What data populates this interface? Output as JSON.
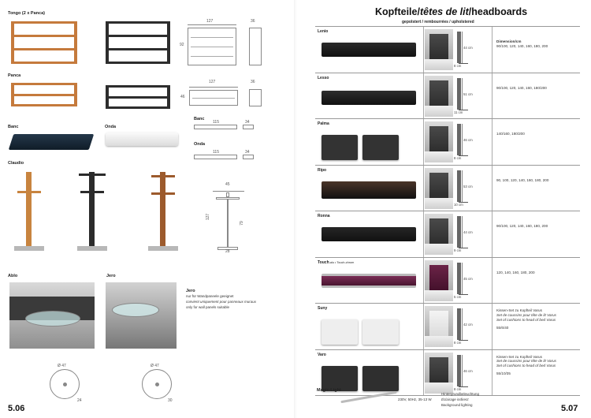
{
  "left_page": {
    "page_number": "5.06",
    "tongo": {
      "label": "Tongo (2 x Panca)",
      "dims": {
        "w": "127",
        "h": "92",
        "d": "36"
      }
    },
    "panca": {
      "label": "Panca",
      "dims": {
        "w": "127",
        "h": "46",
        "d": "36"
      }
    },
    "banc": {
      "label": "Banc",
      "dim_label": "Banc",
      "dims": {
        "w": "115",
        "d": "34"
      }
    },
    "onda": {
      "label": "Onda",
      "dim_label": "Onda",
      "dims": {
        "w": "115",
        "d": "34"
      }
    },
    "claudio": {
      "label": "Claudio",
      "dims": {
        "top": "45",
        "h": "127",
        "mid": "79",
        "base": "28"
      }
    },
    "ablo": {
      "label": "Ablo",
      "dims": {
        "dia": "Ø 47",
        "h": "24"
      }
    },
    "jero": {
      "label": "Jero",
      "note_title": "Jero",
      "note_lines": [
        "nur für Wandpaneele geeignet",
        "convient uniquement pour panneaux muraux",
        "only for wall panels suitable"
      ],
      "dims": {
        "dia": "Ø 47",
        "h": "30"
      }
    }
  },
  "right_page": {
    "page_number": "5.07",
    "title_part1": "Kopfteile/",
    "title_part2": "têtes de lit",
    "title_part3": "/headboards",
    "subtitle": "gepolstert / rembourrées / upholstered",
    "headboards": [
      {
        "name": "Lenio",
        "cm": "44 cm",
        "depth": "8 cm",
        "colors": [
          "#2b2b2b"
        ],
        "sizes_header": "Dimension/cm",
        "sizes": "90/100, 120, 140, 160, 180, 200"
      },
      {
        "name": "Lesso",
        "cm": "51 cm",
        "depth": "11 cm",
        "colors": [
          "#2e2e2e"
        ],
        "sizes_header": "",
        "sizes": "90/100, 120, 140, 160, 180/200"
      },
      {
        "name": "Palma",
        "cm": "46 cm",
        "depth": "8 cm",
        "colors": [
          "#333333"
        ],
        "sizes_header": "",
        "sizes": "140/160, 180/200"
      },
      {
        "name": "Ripo",
        "cm": "53 cm",
        "depth": "10 cm",
        "colors": [
          "#4a3429"
        ],
        "sizes_header": "",
        "sizes": "90, 100, 120, 140, 160, 180, 200"
      },
      {
        "name": "Ronna",
        "cm": "44 cm",
        "depth": "9 cm",
        "colors": [
          "#262626"
        ],
        "sizes_header": "",
        "sizes": "90/100, 120, 140, 160, 180, 200"
      },
      {
        "name": "Touch",
        "name_extra": "-alu • Touch-chrom",
        "cm": "45 cm",
        "depth": "5 cm",
        "colors": [
          "#5a1f3d"
        ],
        "sizes_header": "",
        "sizes": "120, 140, 160, 180, 200"
      },
      {
        "name": "Suny",
        "cm": "42 cm",
        "depth": "8 cm",
        "colors": [
          "#eeeeee"
        ],
        "sizes_header": "Kissen-Set zu Kopfteil Varus",
        "sizes_lines": [
          "Set de coussins pour tête de lit Varus",
          "Set of cushions to head of bed Varus"
        ],
        "sizes": "55/6/40"
      },
      {
        "name": "Varo",
        "cm": "46 cm",
        "depth": "8 cm",
        "colors": [
          "#2f2f2f"
        ],
        "sizes_header": "Kissen-Set zu Kopfteil Varus",
        "sizes_lines": [
          "Set de coussins pour tête de lit Varus",
          "Set of cushions to head of bed Varus"
        ],
        "sizes": "55/10/35"
      }
    ],
    "magic_light": {
      "label": "Magic-Light",
      "specs": "230V, 50Hz, 35-13 W",
      "desc": [
        "Hintergrundbeleuchtung",
        "Éclairage indirect",
        "Background lighting"
      ]
    }
  }
}
